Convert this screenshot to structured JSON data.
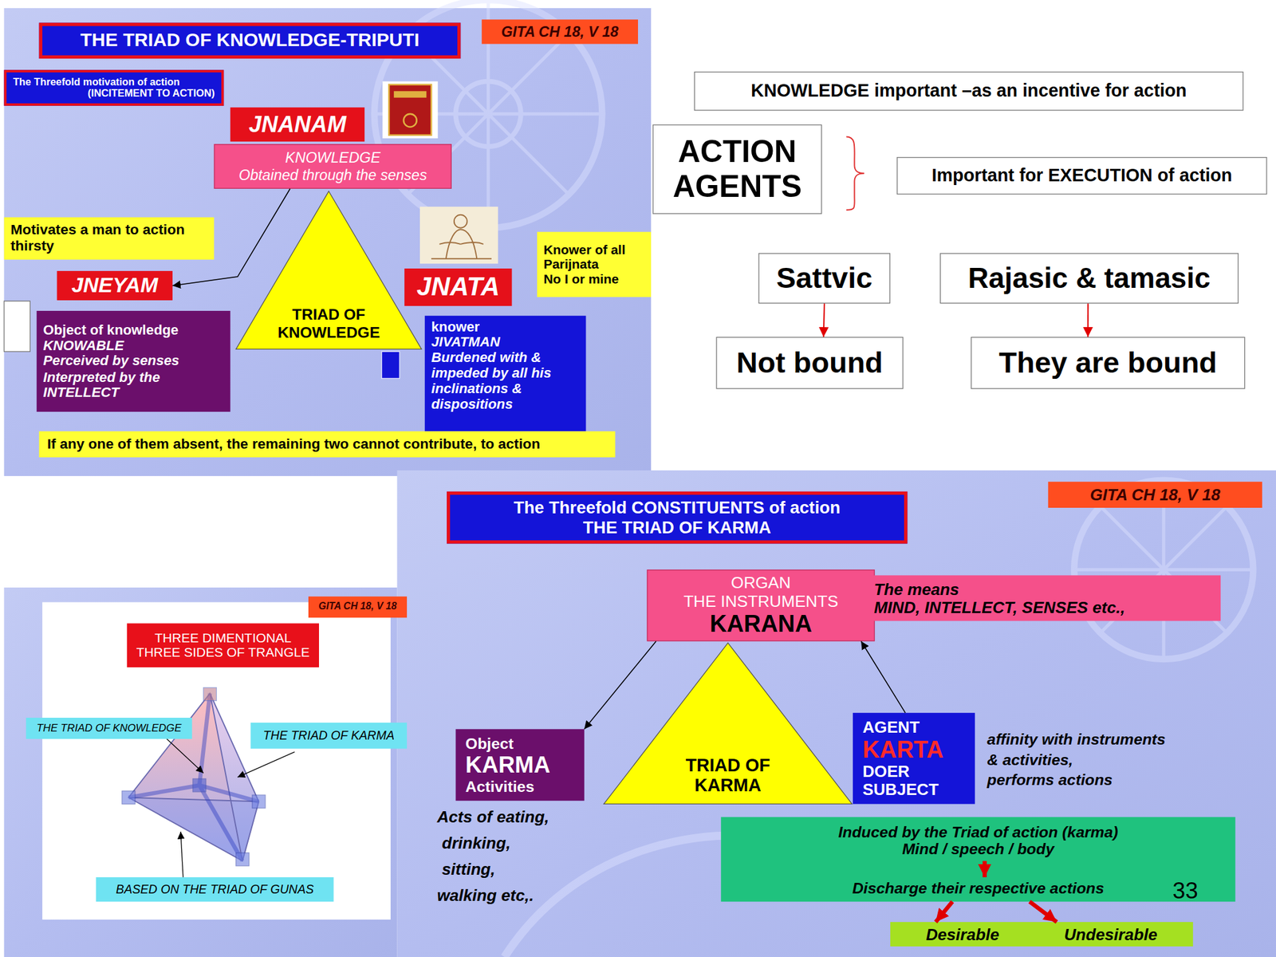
{
  "diagram": {
    "nodes": [
      {
        "text": [
          "THE TRIAD OF KNOWLEDGE-TRIPUTI"
        ]
      },
      {
        "text": [
          "GITA CH 18, V 18"
        ]
      },
      {
        "text": [
          "The Threefold motivation of action (INCITEMENT TO ACTION)"
        ]
      },
      {
        "text": [
          "JNANAM"
        ]
      },
      {
        "text": [
          "KNOWLEDGE",
          "Obtained through the senses"
        ]
      },
      {
        "text": [
          "Motivates a man to action thirsty"
        ]
      },
      {
        "text": [
          "JNEYAM"
        ]
      },
      {
        "text": [
          "Object of knowledge",
          "KNOWABLE",
          "Perceived by senses Interpreted by the INTELLECT"
        ]
      },
      {
        "text": [
          "JNATA"
        ]
      },
      {
        "text": [
          "Knower of all Parijnata",
          "No I or mine"
        ]
      },
      {
        "text": [
          "knower",
          "JIVATMAN",
          "Burdened with & impeded by all his inclinations & dispositions"
        ]
      },
      {
        "text": [
          "If any one of them absent, the remaining two cannot contribute, to action"
        ]
      },
      {
        "text": [
          "TRIAD OF KNOWLEDGE"
        ]
      },
      {
        "text": [
          "KNOWLEDGE important –as an incentive for action"
        ]
      },
      {
        "text": [
          "ACTION AGENTS"
        ]
      },
      {
        "text": [
          "Important for EXECUTION of action"
        ]
      },
      {
        "text": [
          "Sattvic"
        ]
      },
      {
        "text": [
          "Rajasic & tamasic"
        ]
      },
      {
        "text": [
          "Not bound"
        ]
      },
      {
        "text": [
          "They are bound"
        ]
      },
      {
        "text": [
          "GITA CH 18, V 18"
        ]
      },
      {
        "text": [
          "THREE DIMENTIONAL",
          "THREE SIDES OF TRANGLE"
        ]
      },
      {
        "text": [
          "THE TRIAD OF KNOWLEDGE"
        ]
      },
      {
        "text": [
          "THE TRIAD OF KARMA"
        ]
      },
      {
        "text": [
          "BASED ON THE TRIAD OF GUNAS"
        ]
      },
      {
        "text": [
          "GITA CH 18, V 18"
        ]
      },
      {
        "text": [
          "The Threefold CONSTITUENTS of action",
          "THE TRIAD OF KARMA"
        ]
      },
      {
        "text": [
          "ORGAN",
          "THE INSTRUMENTS",
          "KARANA"
        ]
      },
      {
        "text": [
          "The means",
          "MIND, INTELLECT, SENSES etc.,"
        ]
      },
      {
        "text": [
          "TRIAD OF KARMA"
        ]
      },
      {
        "text": [
          "Object",
          "KARMA",
          "Activities"
        ]
      },
      {
        "text": [
          "AGENT",
          "KARTA",
          "DOER",
          "SUBJECT"
        ]
      },
      {
        "text": [
          "Induced by the Triad of action (karma)",
          "Mind / speech / body",
          "Discharge their respective actions"
        ]
      },
      {
        "text": [
          "Desirable",
          "Undesirable"
        ]
      }
    ],
    "edges": [
      {
        "from": 4,
        "to": 6,
        "arrow": "to"
      },
      {
        "from": 16,
        "to": 18,
        "arrow": "to"
      },
      {
        "from": 17,
        "to": 19,
        "arrow": "to"
      },
      {
        "from": 27,
        "to": 30,
        "arrow": "to"
      },
      {
        "from": 31,
        "to": 27,
        "arrow": "to"
      },
      {
        "from": 32,
        "to": 33,
        "arrow": "to"
      },
      {
        "from": 32,
        "to": 33,
        "arrow": "to"
      }
    ],
    "labels": [
      "Acts of eating,",
      "drinking,",
      "sitting,",
      "walking etc,.",
      "affinity with instruments",
      "& activities,",
      "performs actions",
      "33"
    ]
  }
}
